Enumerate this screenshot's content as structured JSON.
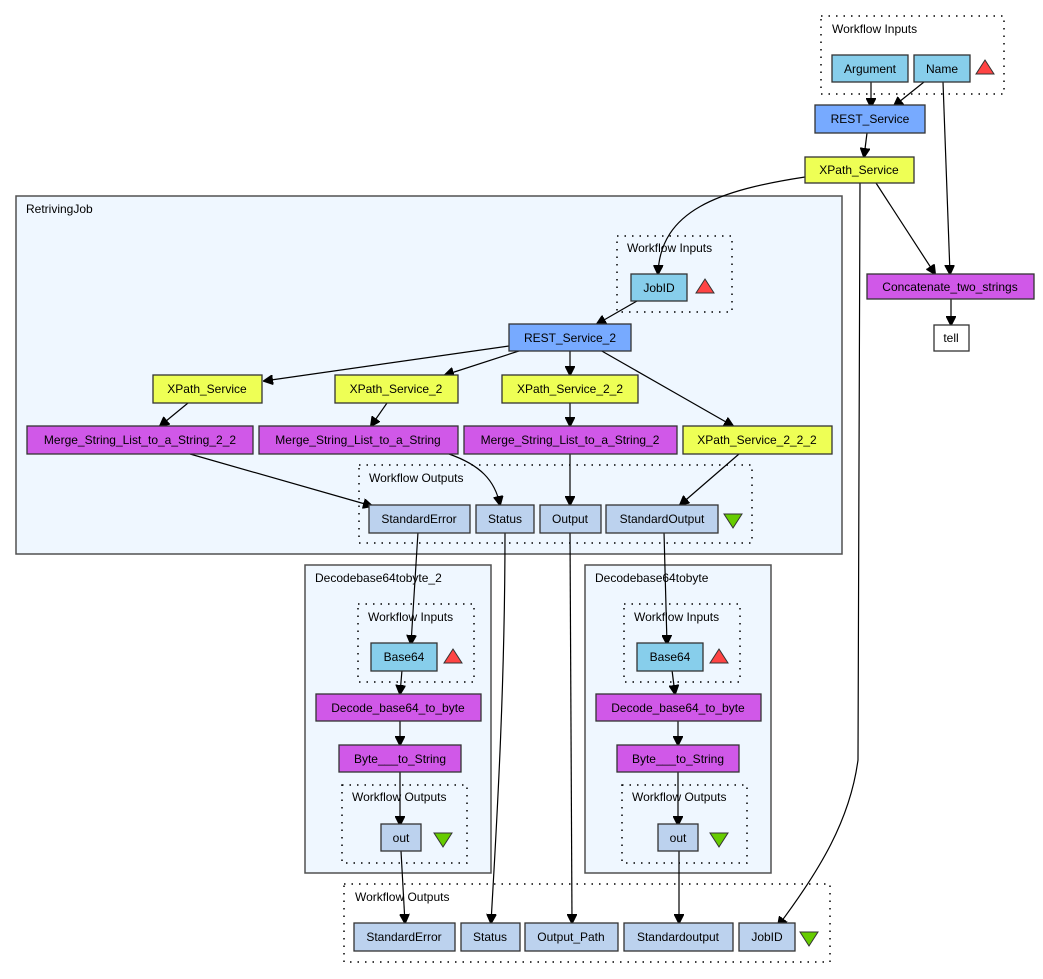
{
  "colors": {
    "input": "#87ceeb",
    "rest": "#77aaff",
    "xpath": "#eeff55",
    "local": "#d058e8",
    "output": "#bcd2ee",
    "constant": "#ffffff",
    "cluster_fill": "#eff7ff",
    "input_marker": "#ff4444",
    "output_marker": "#66cc00"
  },
  "top": {
    "inputs_label": "Workflow Inputs",
    "argument": "Argument",
    "name": "Name",
    "rest_service": "REST_Service",
    "xpath_service": "XPath_Service",
    "concatenate": "Concatenate_two_strings",
    "tell": "tell"
  },
  "retriving_job": {
    "title": "RetrivingJob",
    "inputs_label": "Workflow Inputs",
    "jobid": "JobID",
    "rest_service_2": "REST_Service_2",
    "xpath": [
      "XPath_Service",
      "XPath_Service_2",
      "XPath_Service_2_2",
      "XPath_Service_2_2_2"
    ],
    "merge": [
      "Merge_String_List_to_a_String_2_2",
      "Merge_String_List_to_a_String",
      "Merge_String_List_to_a_String_2"
    ],
    "outputs_label": "Workflow Outputs",
    "outputs": [
      "StandardError",
      "Status",
      "Output",
      "StandardOutput"
    ]
  },
  "decode_2": {
    "title": "Decodebase64tobyte_2",
    "inputs_label": "Workflow Inputs",
    "base64": "Base64",
    "decode": "Decode_base64_to_byte",
    "byte_to_string": "Byte___to_String",
    "outputs_label": "Workflow Outputs",
    "out": "out"
  },
  "decode_1": {
    "title": "Decodebase64tobyte",
    "inputs_label": "Workflow Inputs",
    "base64": "Base64",
    "decode": "Decode_base64_to_byte",
    "byte_to_string": "Byte___to_String",
    "outputs_label": "Workflow Outputs",
    "out": "out"
  },
  "final_outputs": {
    "label": "Workflow Outputs",
    "items": [
      "StandardError",
      "Status",
      "Output_Path",
      "Standardoutput",
      "JobID"
    ]
  }
}
